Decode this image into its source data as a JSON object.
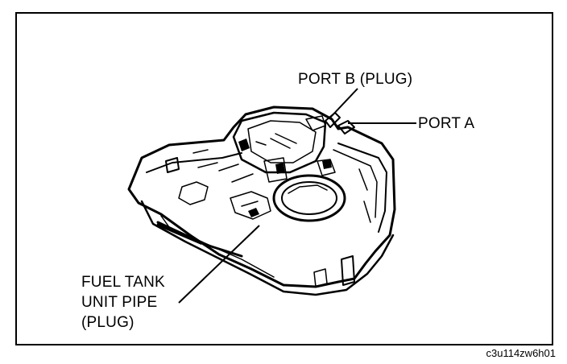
{
  "labels": {
    "port_b": "PORT B (PLUG)",
    "port_a": "PORT A",
    "fuel_tank_pipe": [
      "FUEL TANK",
      "UNIT PIPE",
      "(PLUG)"
    ]
  },
  "figure_code": "c3u114zw6h01",
  "colors": {
    "ink": "#000000",
    "paper": "#ffffff"
  }
}
